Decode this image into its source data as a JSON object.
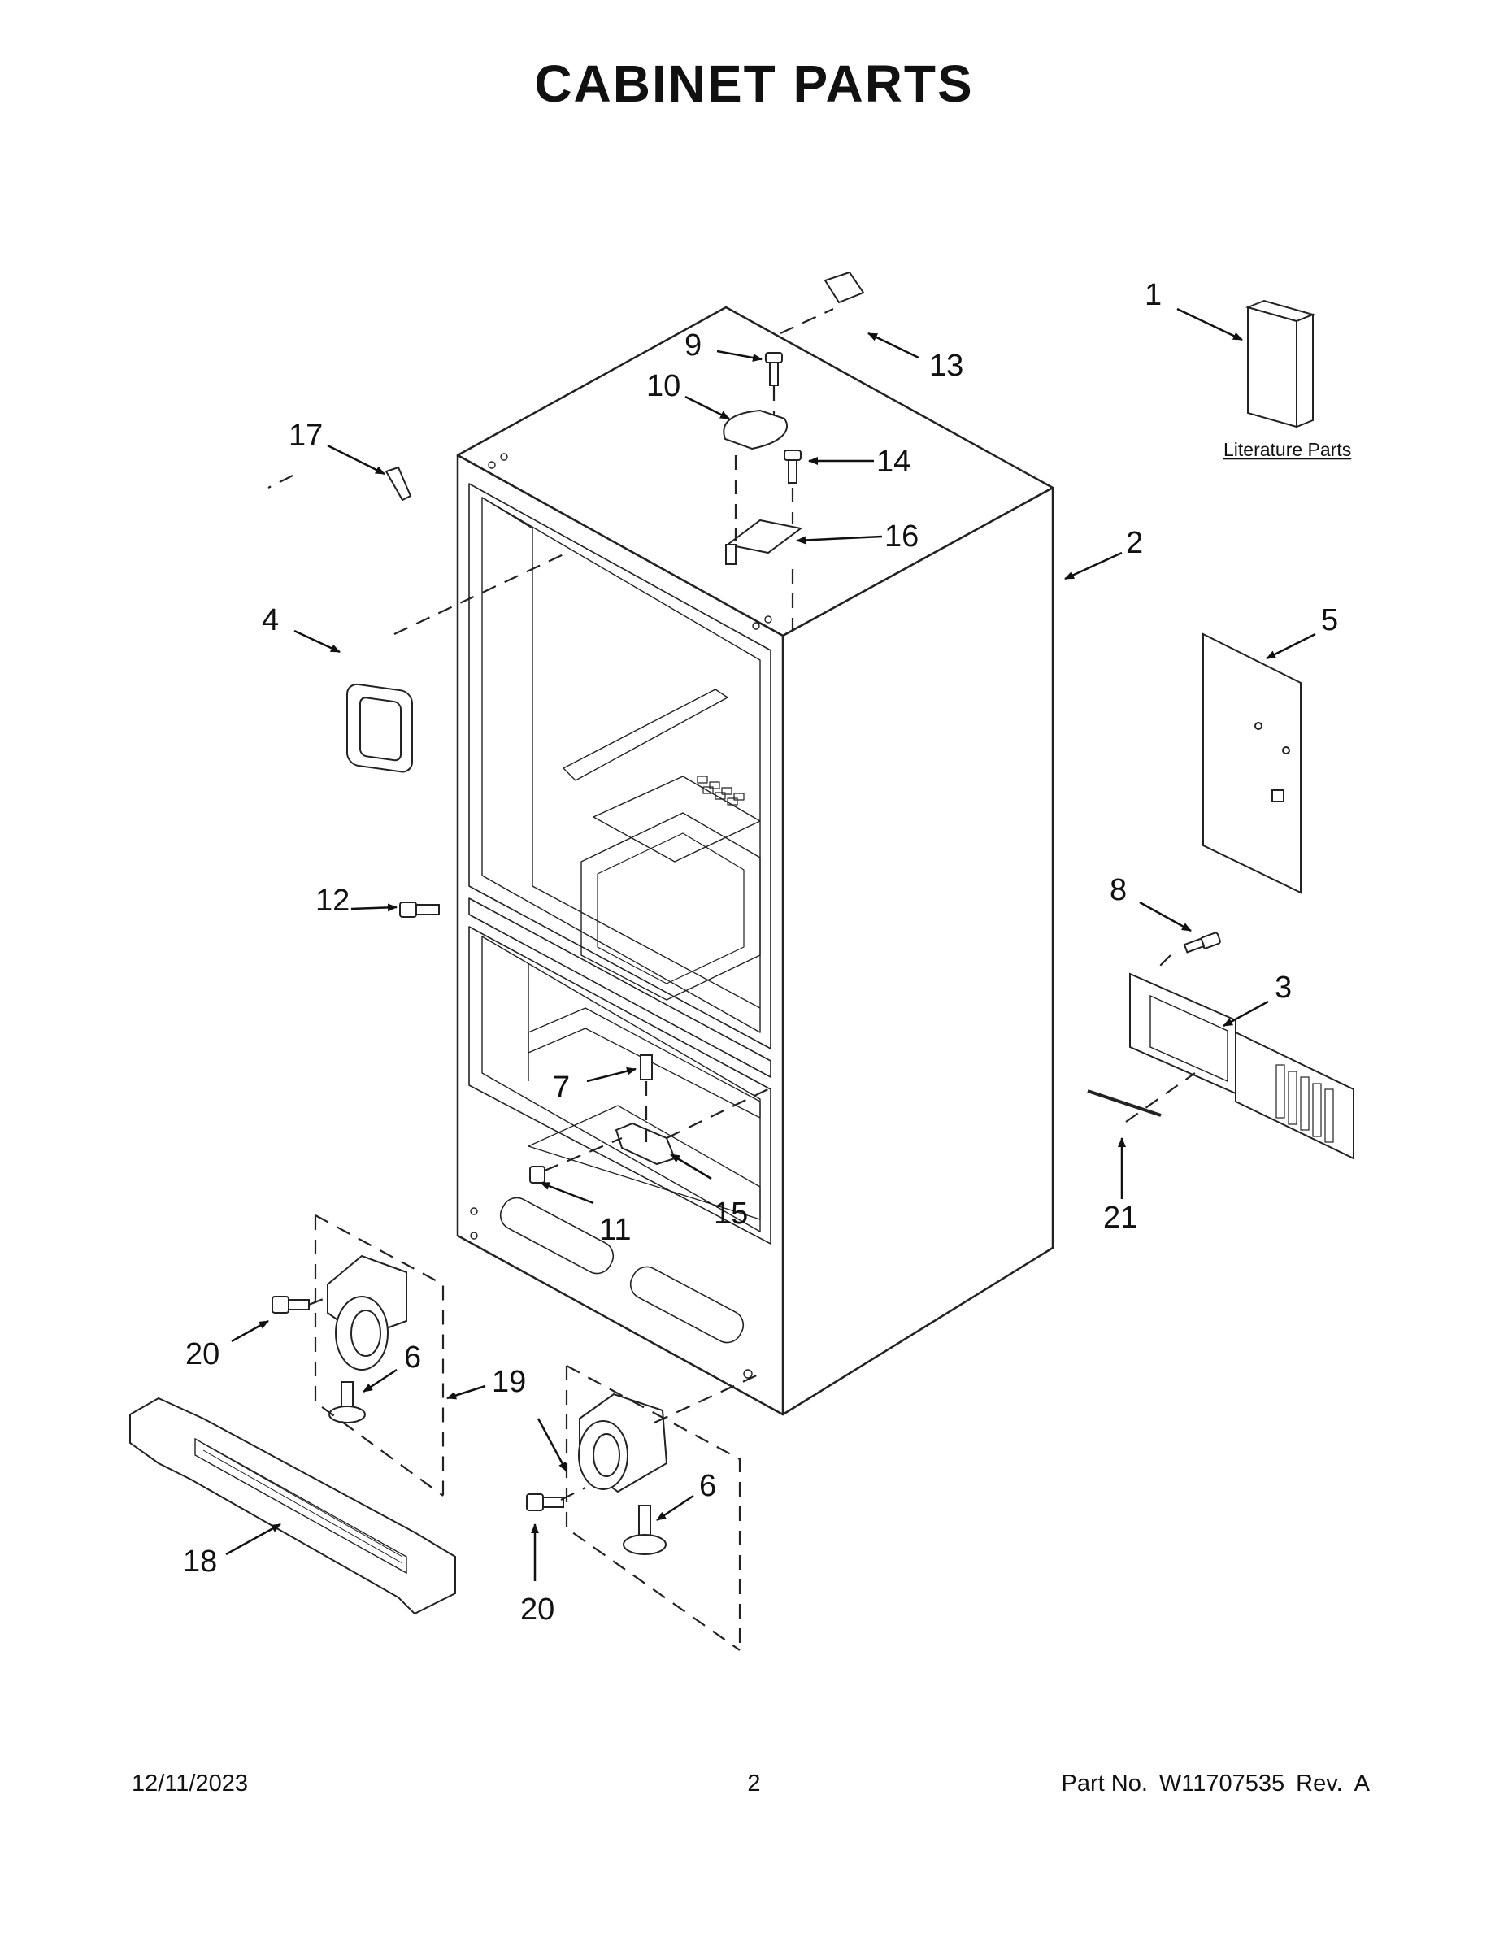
{
  "page": {
    "title": "CABINET PARTS",
    "literature_label": "Literature Parts",
    "footer": {
      "date": "12/11/2023",
      "page_number": "2",
      "part_no_label": "Part No.",
      "part_no": "W11707535",
      "rev_label": "Rev.",
      "rev": "A"
    }
  },
  "callouts": [
    {
      "id": "c1",
      "label": "1"
    },
    {
      "id": "c2",
      "label": "2"
    },
    {
      "id": "c3",
      "label": "3"
    },
    {
      "id": "c4",
      "label": "4"
    },
    {
      "id": "c5",
      "label": "5"
    },
    {
      "id": "c6a",
      "label": "6"
    },
    {
      "id": "c6b",
      "label": "6"
    },
    {
      "id": "c7",
      "label": "7"
    },
    {
      "id": "c8",
      "label": "8"
    },
    {
      "id": "c9",
      "label": "9"
    },
    {
      "id": "c10",
      "label": "10"
    },
    {
      "id": "c11",
      "label": "11"
    },
    {
      "id": "c12",
      "label": "12"
    },
    {
      "id": "c13",
      "label": "13"
    },
    {
      "id": "c14",
      "label": "14"
    },
    {
      "id": "c15",
      "label": "15"
    },
    {
      "id": "c16",
      "label": "16"
    },
    {
      "id": "c17",
      "label": "17"
    },
    {
      "id": "c18",
      "label": "18"
    },
    {
      "id": "c19",
      "label": "19"
    },
    {
      "id": "c20a",
      "label": "20"
    },
    {
      "id": "c20b",
      "label": "20"
    },
    {
      "id": "c21",
      "label": "21"
    }
  ]
}
